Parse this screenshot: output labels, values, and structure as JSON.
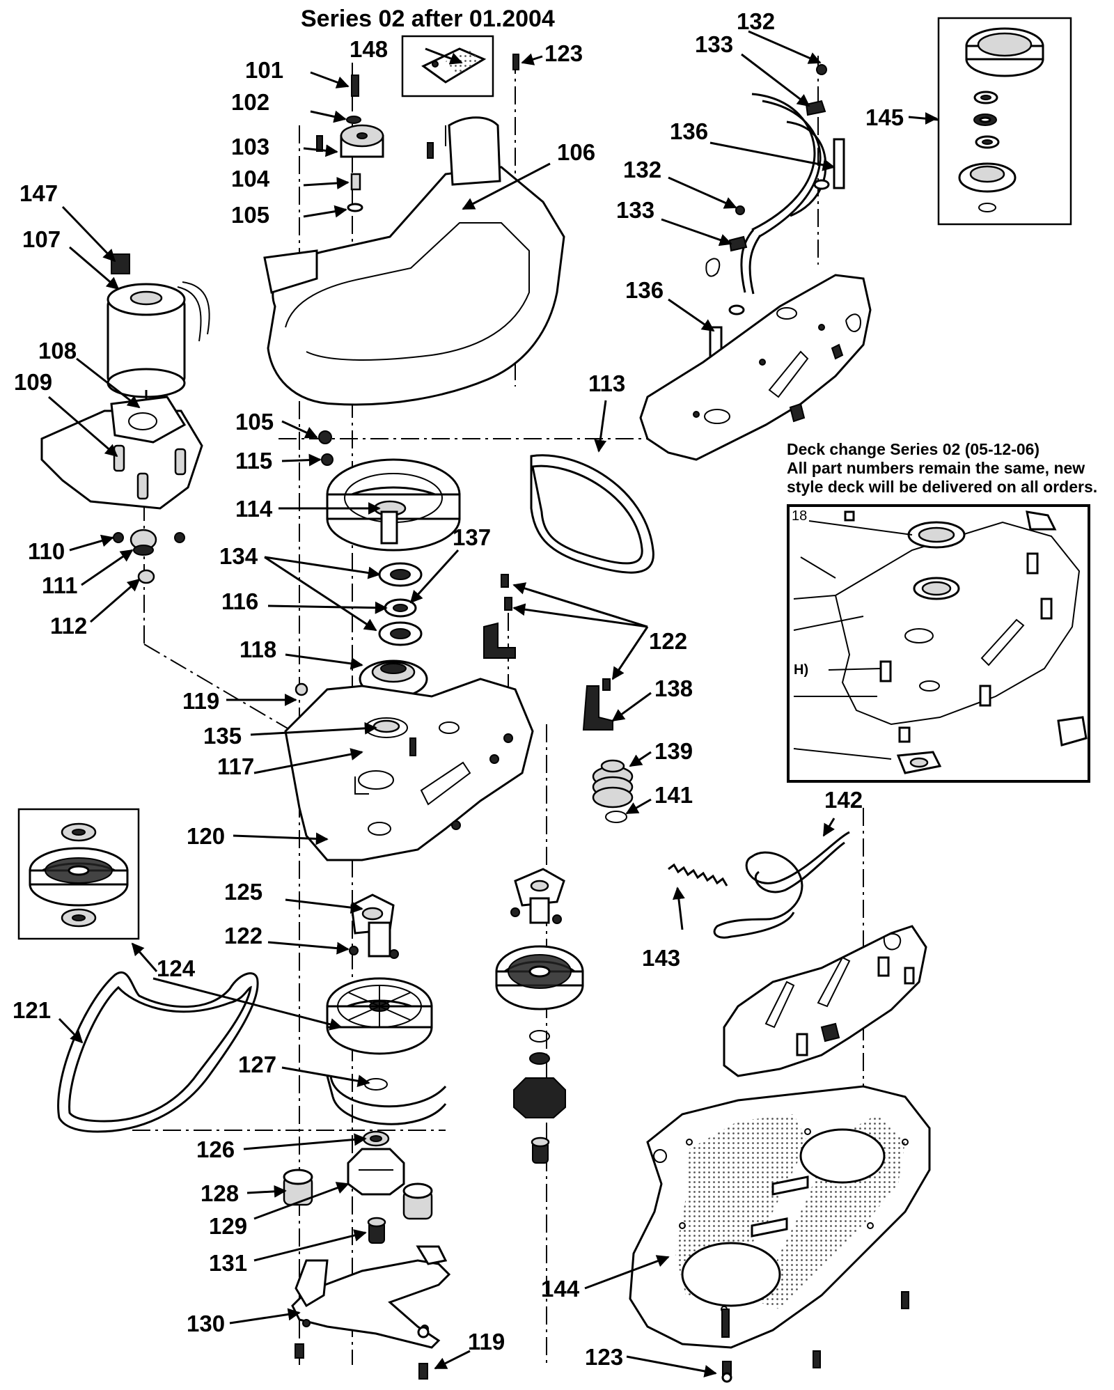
{
  "header": {
    "series_note": "Series 02 after 01.2004"
  },
  "deck_change_note": {
    "line1": "Deck change Series 02 (05-12-06)",
    "line2": "All part numbers remain the same, new",
    "line3": "style deck will be delivered on all orders."
  },
  "inset_labels": {
    "ref_18": "18",
    "ref_h": "H)"
  },
  "callouts": {
    "c101": "101",
    "c102": "102",
    "c103": "103",
    "c104": "104",
    "c105a": "105",
    "c106": "106",
    "c107": "107",
    "c108": "108",
    "c109": "109",
    "c110": "110",
    "c111": "111",
    "c112": "112",
    "c113": "113",
    "c114": "114",
    "c105b": "105",
    "c115": "115",
    "c116": "116",
    "c117": "117",
    "c118": "118",
    "c119a": "119",
    "c119b": "119",
    "c120": "120",
    "c121": "121",
    "c122a": "122",
    "c122b": "122",
    "c123a": "123",
    "c123b": "123",
    "c124": "124",
    "c125": "125",
    "c126": "126",
    "c127": "127",
    "c128": "128",
    "c129": "129",
    "c130": "130",
    "c131": "131",
    "c132a": "132",
    "c132b": "132",
    "c133a": "133",
    "c133b": "133",
    "c134": "134",
    "c135": "135",
    "c136a": "136",
    "c136b": "136",
    "c137": "137",
    "c138": "138",
    "c139": "139",
    "c141": "141",
    "c142": "142",
    "c143": "143",
    "c144": "144",
    "c145": "145",
    "c147": "147",
    "c148": "148"
  }
}
